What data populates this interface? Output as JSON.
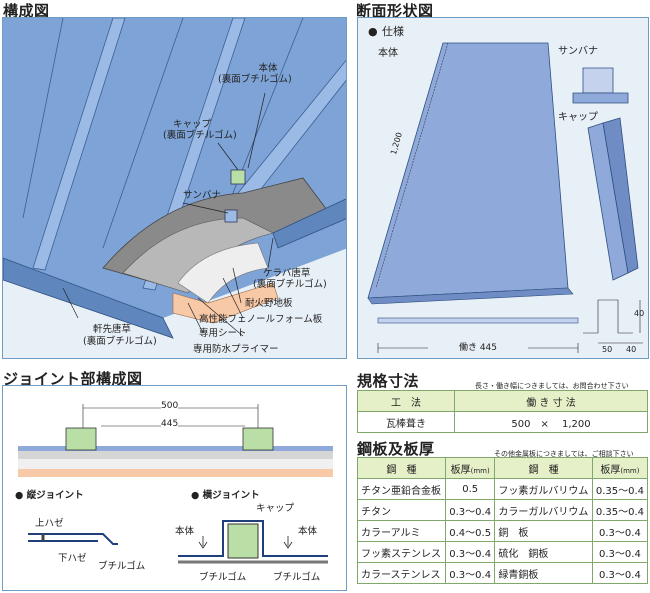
{
  "sections": {
    "structure_title": "構成図",
    "cross_section_title": "断面形状図",
    "joint_title": "ジョイント部構成図",
    "dimensions_title": "規格寸法",
    "steel_title": "鋼板及板厚"
  },
  "structure_labels": {
    "honntai": "本体",
    "honntai_sub": "(裏面ブチルゴム)",
    "cap": "キャップ",
    "cap_sub": "(裏面ブチルゴム)",
    "sanbana": "サンバナ",
    "keraba": "ケラバ唐草",
    "keraba_sub": "(裏面ブチルゴム)",
    "taika": "耐火野地板",
    "phenol": "高性能フェノールフォーム板",
    "sheet": "専用シート",
    "primer": "専用防水プライマー",
    "nokisaki": "軒先唐草",
    "nokisaki_sub": "(裏面ブチルゴム)"
  },
  "cross_section": {
    "spec_bullet": "●",
    "spec_label": "仕様",
    "honntai": "本体",
    "sanbana": "サンバナ",
    "cap": "キャップ",
    "length_label": "1,200",
    "width_label": "働き 445",
    "dim_40_v": "40",
    "dim_50": "50",
    "dim_40_h": "40"
  },
  "joint": {
    "dim_500": "500",
    "dim_445": "445",
    "vertical_title": "● 縦ジョイント",
    "horizontal_title": "● 横ジョイント",
    "upper_haze": "上ハゼ",
    "lower_haze": "下ハゼ",
    "butyl_1": "ブチルゴム",
    "cap": "キャップ",
    "honntai_left": "本体",
    "honntai_right": "本体",
    "butyl_2": "ブチルゴム",
    "butyl_3": "ブチルゴム"
  },
  "dimensions": {
    "note": "長さ・働き幅につきましては、お問合わせ下さい",
    "header_method": "工　法",
    "header_size": "働 き 寸 法",
    "method": "瓦棒葺き",
    "size": "500　×　 1,200"
  },
  "steel": {
    "note": "その他金属板につきましては、ご相談下さい",
    "header_type": "鋼　種",
    "header_thick": "板厚",
    "header_unit": "(mm)",
    "rows": [
      {
        "type1": "チタン亜鉛合金板",
        "thick1": "0.5",
        "type2": "フッ素ガルバリウム",
        "thick2": "0.35～0.4"
      },
      {
        "type1": "チタン",
        "thick1": "0.3～0.4",
        "type2": "カラーガルバリウム",
        "thick2": "0.35～0.4"
      },
      {
        "type1": "カラーアルミ",
        "thick1": "0.4～0.5",
        "type2": "銅　板",
        "thick2": "0.3～0.4"
      },
      {
        "type1": "フッ素ステンレス",
        "thick1": "0.3～0.4",
        "type2": "硫化　銅板",
        "thick2": "0.3～0.4"
      },
      {
        "type1": "カラーステンレス",
        "thick1": "0.3～0.4",
        "type2": "緑青銅板",
        "thick2": "0.3～0.4"
      }
    ]
  }
}
